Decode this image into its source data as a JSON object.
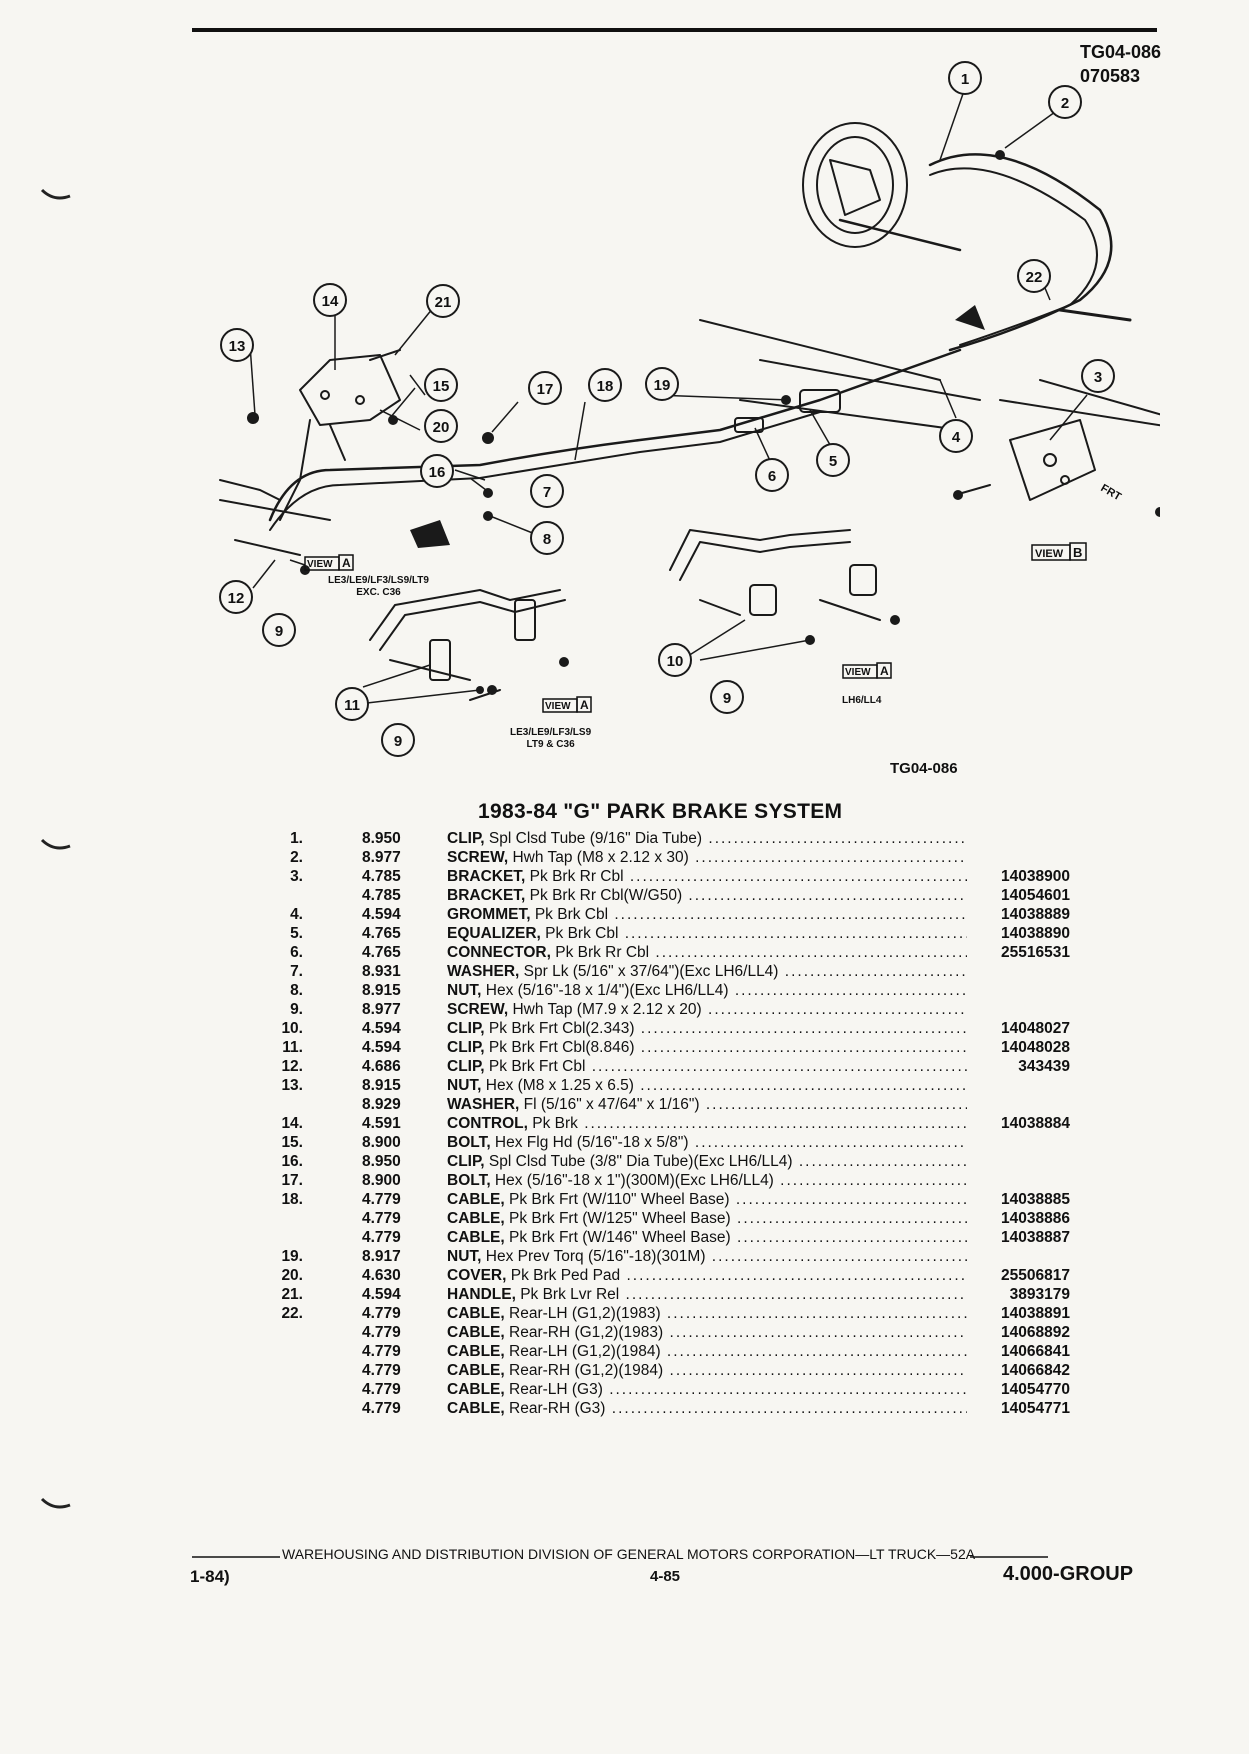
{
  "header": {
    "tag_top": "TG04-086",
    "tag_date": "070583"
  },
  "diagram": {
    "callouts": [
      "1",
      "2",
      "3",
      "4",
      "5",
      "6",
      "7",
      "8",
      "9",
      "10",
      "11",
      "12",
      "13",
      "14",
      "15",
      "16",
      "17",
      "18",
      "19",
      "20",
      "21",
      "22"
    ],
    "view_label": "VIEW",
    "view_a": "A",
    "view_b": "B",
    "caption_1_line1": "LE3/LE9/LF3/LS9/LT9",
    "caption_1_line2": "EXC. C36",
    "caption_2_line1": "LE3/LE9/LF3/LS9",
    "caption_2_line2": "LT9 & C36",
    "caption_3": "LH6/LL4",
    "frt": "FRT",
    "code": "TG04-086"
  },
  "section_title": "1983-84 \"G\" PARK BRAKE SYSTEM",
  "parts": [
    {
      "no": "1.",
      "grp": "8.950",
      "name": "CLIP,",
      "desc": " Spl Clsd Tube (9/16\" Dia Tube)",
      "pn": ""
    },
    {
      "no": "2.",
      "grp": "8.977",
      "name": "SCREW,",
      "desc": " Hwh Tap (M8 x 2.12 x 30)",
      "pn": ""
    },
    {
      "no": "3.",
      "grp": "4.785",
      "name": "BRACKET,",
      "desc": " Pk Brk Rr Cbl",
      "pn": "14038900"
    },
    {
      "no": "",
      "grp": "4.785",
      "name": "BRACKET,",
      "desc": " Pk Brk Rr Cbl(W/G50)",
      "pn": "14054601"
    },
    {
      "no": "4.",
      "grp": "4.594",
      "name": "GROMMET,",
      "desc": " Pk Brk Cbl",
      "pn": "14038889"
    },
    {
      "no": "5.",
      "grp": "4.765",
      "name": "EQUALIZER,",
      "desc": " Pk Brk Cbl",
      "pn": "14038890"
    },
    {
      "no": "6.",
      "grp": "4.765",
      "name": "CONNECTOR,",
      "desc": " Pk Brk Rr Cbl",
      "pn": "25516531"
    },
    {
      "no": "7.",
      "grp": "8.931",
      "name": "WASHER,",
      "desc": " Spr Lk (5/16\" x 37/64\")(Exc LH6/LL4)",
      "pn": ""
    },
    {
      "no": "8.",
      "grp": "8.915",
      "name": "NUT,",
      "desc": " Hex (5/16\"-18 x 1/4\")(Exc LH6/LL4)",
      "pn": ""
    },
    {
      "no": "9.",
      "grp": "8.977",
      "name": "SCREW,",
      "desc": " Hwh Tap (M7.9 x 2.12 x 20)",
      "pn": ""
    },
    {
      "no": "10.",
      "grp": "4.594",
      "name": "CLIP,",
      "desc": " Pk Brk Frt Cbl(2.343)",
      "pn": "14048027"
    },
    {
      "no": "11.",
      "grp": "4.594",
      "name": "CLIP,",
      "desc": " Pk Brk Frt Cbl(8.846)",
      "pn": "14048028"
    },
    {
      "no": "12.",
      "grp": "4.686",
      "name": "CLIP,",
      "desc": " Pk Brk Frt Cbl",
      "pn": "343439"
    },
    {
      "no": "13.",
      "grp": "8.915",
      "name": "NUT,",
      "desc": " Hex (M8 x 1.25 x 6.5)",
      "pn": ""
    },
    {
      "no": "",
      "grp": "8.929",
      "name": "WASHER,",
      "desc": " Fl (5/16\" x 47/64\" x 1/16\")",
      "pn": ""
    },
    {
      "no": "14.",
      "grp": "4.591",
      "name": "CONTROL,",
      "desc": " Pk Brk",
      "pn": "14038884"
    },
    {
      "no": "15.",
      "grp": "8.900",
      "name": "BOLT,",
      "desc": " Hex Flg Hd (5/16\"-18 x 5/8\")",
      "pn": ""
    },
    {
      "no": "16.",
      "grp": "8.950",
      "name": "CLIP,",
      "desc": " Spl Clsd Tube (3/8\" Dia Tube)(Exc LH6/LL4)",
      "pn": ""
    },
    {
      "no": "17.",
      "grp": "8.900",
      "name": "BOLT,",
      "desc": " Hex (5/16\"-18 x 1\")(300M)(Exc LH6/LL4)",
      "pn": ""
    },
    {
      "no": "18.",
      "grp": "4.779",
      "name": "CABLE,",
      "desc": " Pk Brk Frt (W/110\" Wheel Base)",
      "pn": "14038885"
    },
    {
      "no": "",
      "grp": "4.779",
      "name": "CABLE,",
      "desc": " Pk Brk Frt (W/125\" Wheel Base)",
      "pn": "14038886"
    },
    {
      "no": "",
      "grp": "4.779",
      "name": "CABLE,",
      "desc": " Pk Brk Frt (W/146\" Wheel Base)",
      "pn": "14038887"
    },
    {
      "no": "19.",
      "grp": "8.917",
      "name": "NUT,",
      "desc": " Hex Prev Torq (5/16\"-18)(301M)",
      "pn": ""
    },
    {
      "no": "20.",
      "grp": "4.630",
      "name": "COVER,",
      "desc": " Pk Brk Ped Pad",
      "pn": "25506817"
    },
    {
      "no": "21.",
      "grp": "4.594",
      "name": "HANDLE,",
      "desc": " Pk Brk Lvr Rel",
      "pn": "3893179"
    },
    {
      "no": "22.",
      "grp": "4.779",
      "name": "CABLE,",
      "desc": " Rear-LH (G1,2)(1983)",
      "pn": "14038891"
    },
    {
      "no": "",
      "grp": "4.779",
      "name": "CABLE,",
      "desc": " Rear-RH (G1,2)(1983)",
      "pn": "14068892"
    },
    {
      "no": "",
      "grp": "4.779",
      "name": "CABLE,",
      "desc": " Rear-LH (G1,2)(1984)",
      "pn": "14066841"
    },
    {
      "no": "",
      "grp": "4.779",
      "name": "CABLE,",
      "desc": " Rear-RH (G1,2)(1984)",
      "pn": "14066842"
    },
    {
      "no": "",
      "grp": "4.779",
      "name": "CABLE,",
      "desc": " Rear-LH (G3)",
      "pn": "14054770"
    },
    {
      "no": "",
      "grp": "4.779",
      "name": "CABLE,",
      "desc": " Rear-RH (G3)",
      "pn": "14054771"
    }
  ],
  "footer": {
    "line": "WAREHOUSING AND DISTRIBUTION  DIVISION OF GENERAL MOTORS CORPORATION—LT TRUCK—52A",
    "date": "1-84)",
    "page": "4-85",
    "group": "4.000-GROUP"
  }
}
